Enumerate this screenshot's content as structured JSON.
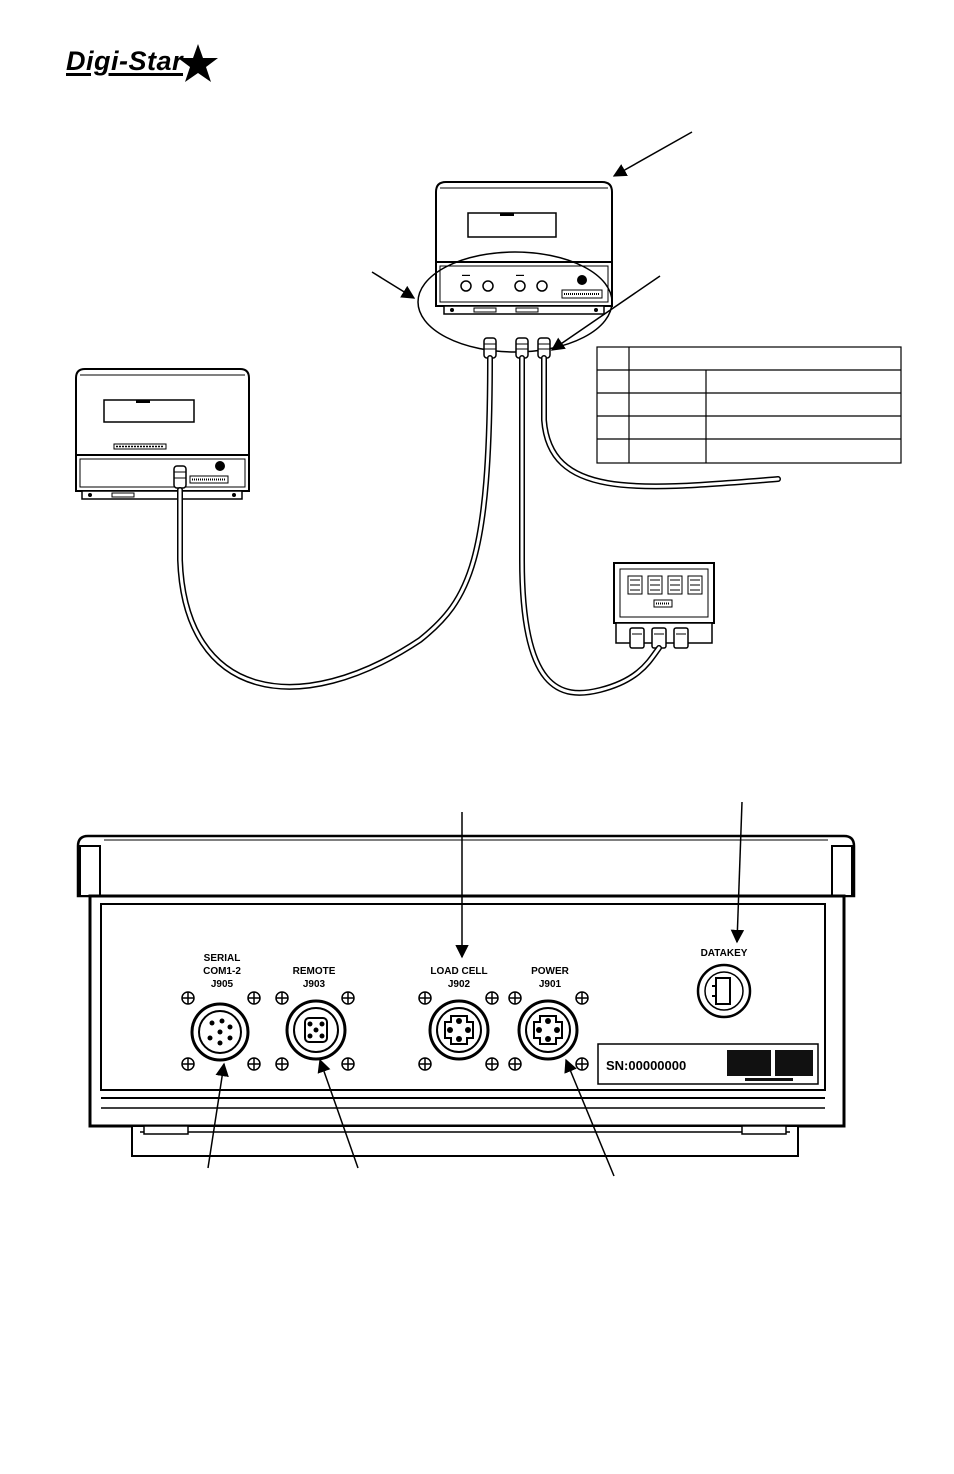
{
  "logo": {
    "text": "Digi-Star",
    "icon": "star-icon"
  },
  "panel": {
    "ports": [
      {
        "name": "SERIAL",
        "line2": "COM1-2",
        "code": "J905"
      },
      {
        "name": "REMOTE",
        "line2": "",
        "code": "J903"
      },
      {
        "name": "LOAD CELL",
        "line2": "",
        "code": "J902"
      },
      {
        "name": "POWER",
        "line2": "",
        "code": "J901"
      }
    ],
    "datakey_label": "DATAKEY",
    "serial_number": "SN:00000000"
  },
  "colors": {
    "line": "#000000",
    "background": "#ffffff",
    "cable": "#ffffff",
    "barcode": "#111111"
  }
}
